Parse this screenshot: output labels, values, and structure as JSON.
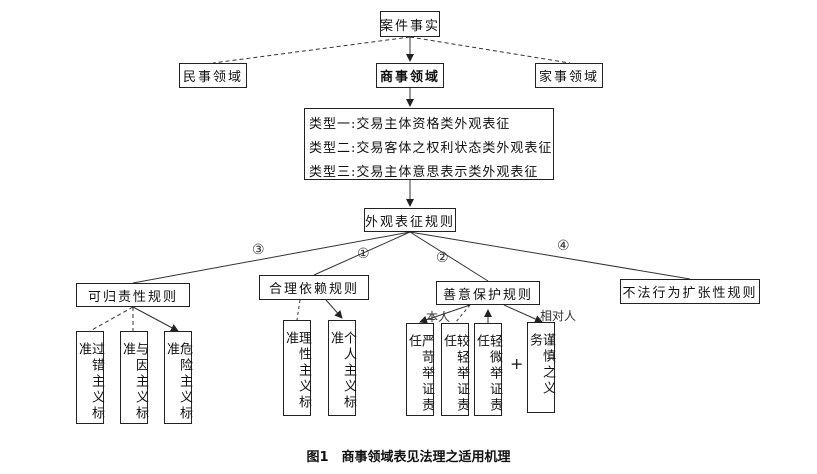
{
  "top": "案件事实",
  "domains": {
    "civil": "民事领域",
    "commercial": "商事领域",
    "family": "家事领域"
  },
  "types": [
    "类型一:交易主体资格类外观表征",
    "类型二:交易客体之权利状态类外观表征",
    "类型三:交易主体意思表示类外观表征"
  ],
  "appearance": "外观表征规则",
  "rules": {
    "attribution": "可归责性规则",
    "reliance": "合理依赖规则",
    "good_faith": "善意保护规则",
    "expansion": "不法行为扩张性规则"
  },
  "markers": {
    "m1": "①",
    "m2": "②",
    "m3": "③",
    "m4": "④"
  },
  "attribution_items": [
    "过错主义标准",
    "与因主义标准",
    "危险主义标准"
  ],
  "reliance_items": [
    "理性主义标准",
    "个人主义标准"
  ],
  "good_faith_items": [
    "严苛举证责任",
    "较轻举证责任",
    "轻微举证责任"
  ],
  "plus": "+",
  "duty": "谨慎之义务",
  "labels": {
    "principal": "本人",
    "counterparty": "相对人"
  },
  "caption": "图1　商事领域表见法理之适用机理"
}
